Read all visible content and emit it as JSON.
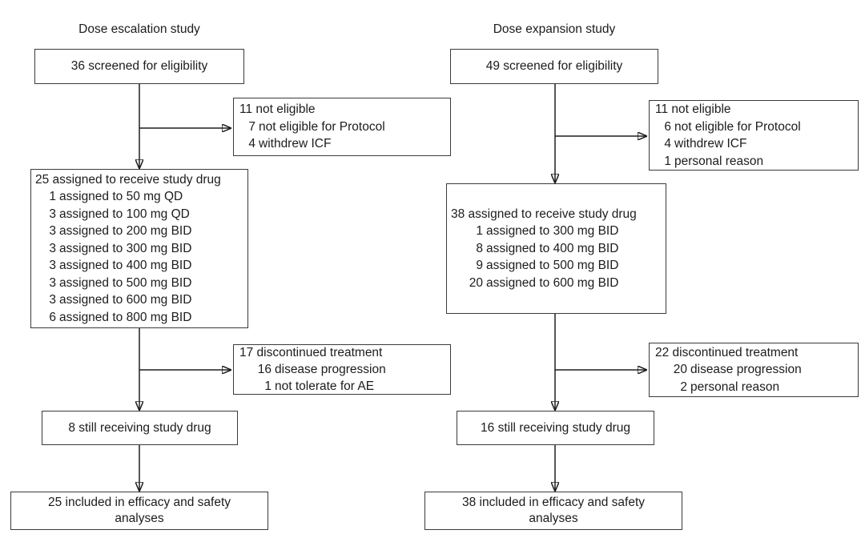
{
  "diagram": {
    "background": "#ffffff",
    "text_color": "#1c1c1c",
    "border_color": "#3a3a3a",
    "line_color": "#1f1f1f"
  },
  "escalation": {
    "title": "Dose escalation study",
    "screened": "36 screened for eligibility",
    "not_eligible": {
      "main": "11 not eligible",
      "items": [
        {
          "n": "7",
          "label": "not eligible for Protocol"
        },
        {
          "n": "4",
          "label": "withdrew ICF"
        }
      ]
    },
    "assigned": {
      "main": "25 assigned to receive study drug",
      "items": [
        {
          "n": "1",
          "label": "assigned to 50 mg QD"
        },
        {
          "n": "3",
          "label": "assigned to 100 mg QD"
        },
        {
          "n": "3",
          "label": "assigned to 200 mg BID"
        },
        {
          "n": "3",
          "label": "assigned to 300 mg BID"
        },
        {
          "n": "3",
          "label": "assigned to 400 mg BID"
        },
        {
          "n": "3",
          "label": "assigned to 500 mg BID"
        },
        {
          "n": "3",
          "label": "assigned to 600 mg BID"
        },
        {
          "n": "6",
          "label": "assigned to 800 mg BID"
        }
      ]
    },
    "discontinued": {
      "main": "17 discontinued treatment",
      "items": [
        {
          "n": "16",
          "label": "disease progression"
        },
        {
          "n": "1",
          "label": "not tolerate for AE"
        }
      ]
    },
    "still_receiving": "8 still receiving study drug",
    "included": "25 included in efficacy and safety analyses"
  },
  "expansion": {
    "title": "Dose expansion study",
    "screened": "49 screened for eligibility",
    "not_eligible": {
      "main": "11 not eligible",
      "items": [
        {
          "n": "6",
          "label": "not eligible for Protocol"
        },
        {
          "n": "4",
          "label": "withdrew ICF"
        },
        {
          "n": "1",
          "label": "personal reason"
        }
      ]
    },
    "assigned": {
      "main": "38 assigned to receive study drug",
      "items": [
        {
          "n": "1",
          "label": "assigned to 300 mg BID"
        },
        {
          "n": "8",
          "label": "assigned to 400 mg BID"
        },
        {
          "n": "9",
          "label": "assigned to 500 mg BID"
        },
        {
          "n": "20",
          "label": "assigned to 600 mg BID"
        }
      ]
    },
    "discontinued": {
      "main": "22 discontinued treatment",
      "items": [
        {
          "n": "20",
          "label": "disease progression"
        },
        {
          "n": "2",
          "label": "personal reason"
        }
      ]
    },
    "still_receiving": "16 still receiving study drug",
    "included": "38 included in efficacy and safety analyses"
  }
}
